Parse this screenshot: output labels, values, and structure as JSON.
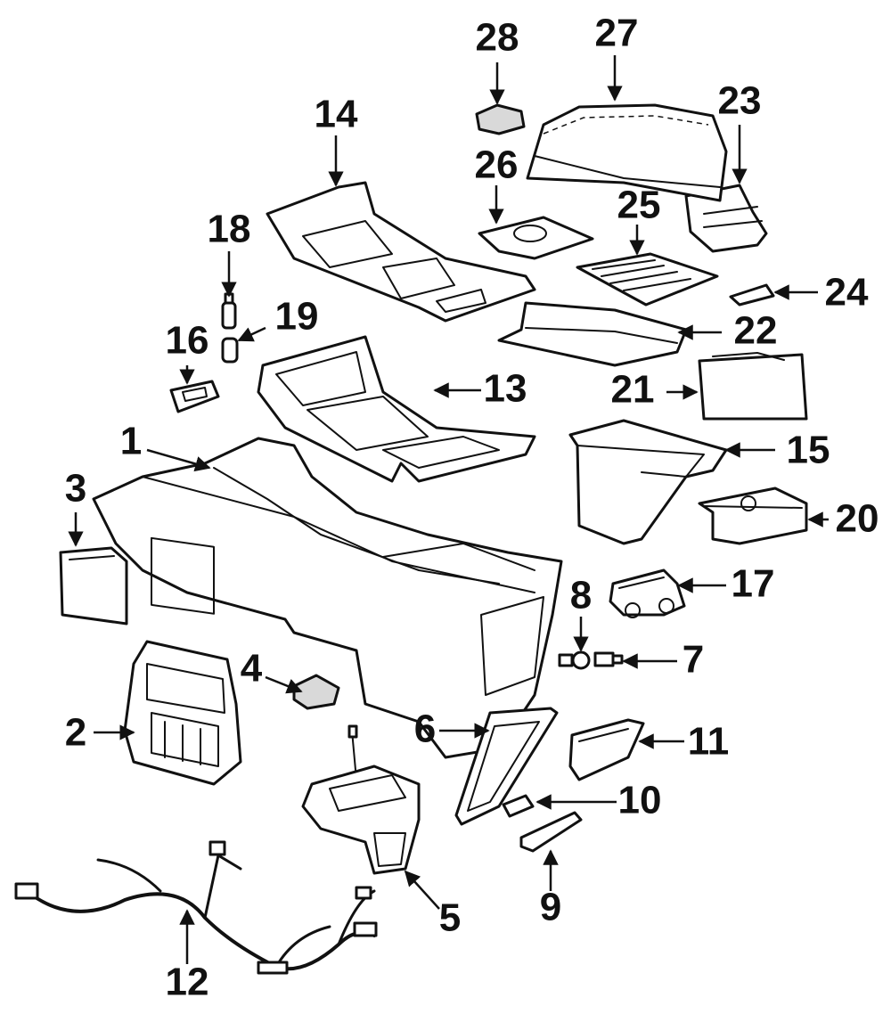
{
  "callouts": {
    "c1": "1",
    "c2": "2",
    "c3": "3",
    "c4": "4",
    "c5": "5",
    "c6": "6",
    "c7": "7",
    "c8": "8",
    "c9": "9",
    "c10": "10",
    "c11": "11",
    "c12": "12",
    "c13": "13",
    "c14": "14",
    "c15": "15",
    "c16": "16",
    "c17": "17",
    "c18": "18",
    "c19": "19",
    "c20": "20",
    "c21": "21",
    "c22": "22",
    "c23": "23",
    "c24": "24",
    "c25": "25",
    "c26": "26",
    "c27": "27",
    "c28": "28"
  },
  "colors": {
    "line": "#111111",
    "background": "#ffffff",
    "shade": "#d9d9d9"
  }
}
